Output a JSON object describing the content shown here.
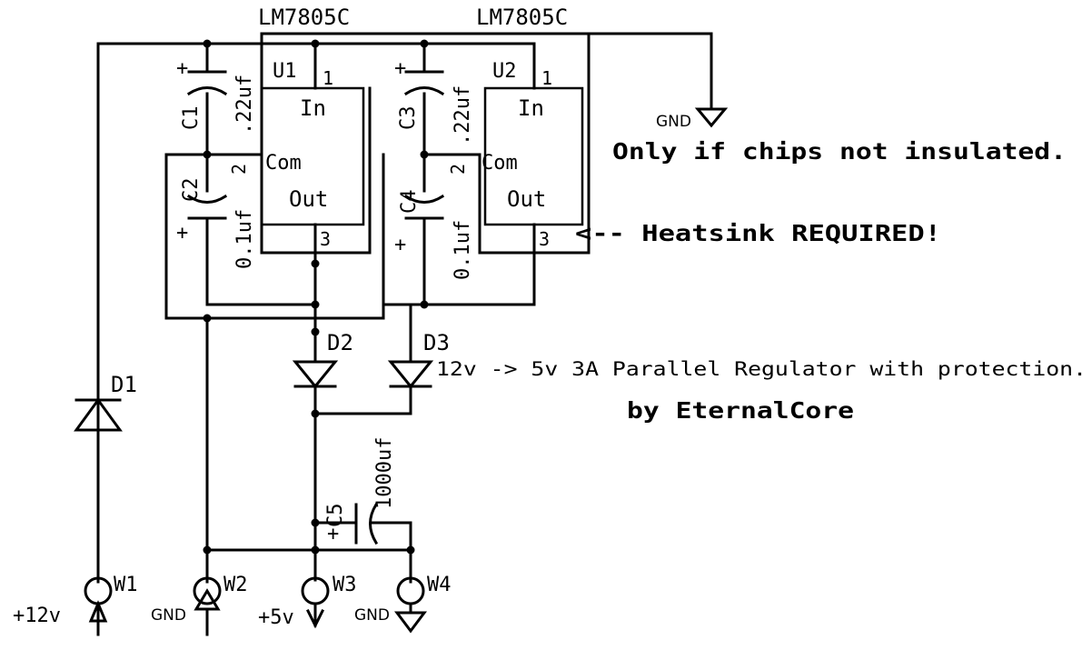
{
  "regulators": [
    {
      "part": "LM7805C",
      "ref": "U1",
      "pin_in": "In",
      "pin_com": "Com",
      "pin_out": "Out",
      "pin1": "1",
      "pin2": "2",
      "pin3": "3"
    },
    {
      "part": "LM7805C",
      "ref": "U2",
      "pin_in": "In",
      "pin_com": "Com",
      "pin_out": "Out",
      "pin1": "1",
      "pin2": "2",
      "pin3": "3"
    }
  ],
  "capacitors": [
    {
      "ref": "C1",
      "value": ".22uf",
      "polarity": "+"
    },
    {
      "ref": "C2",
      "value": "0.1uf",
      "polarity": "+"
    },
    {
      "ref": "C3",
      "value": ".22uf",
      "polarity": "+"
    },
    {
      "ref": "C4",
      "value": "0.1uf",
      "polarity": "+"
    },
    {
      "ref": "C5",
      "value": "1000uf",
      "polarity": "+"
    }
  ],
  "diodes": [
    {
      "ref": "D1"
    },
    {
      "ref": "D2"
    },
    {
      "ref": "D3"
    }
  ],
  "terminals": [
    {
      "ref": "W1",
      "net": "+12v"
    },
    {
      "ref": "W2",
      "net": "GND"
    },
    {
      "ref": "W3",
      "net": "+5v"
    },
    {
      "ref": "W4",
      "net": "GND"
    }
  ],
  "ground_top": "GND",
  "notes": {
    "insulated": "Only if chips not insulated.",
    "heatsink": "<-- Heatsink REQUIRED!",
    "description": "12v -> 5v 3A Parallel Regulator with protection.",
    "author": "by EternalCore"
  }
}
